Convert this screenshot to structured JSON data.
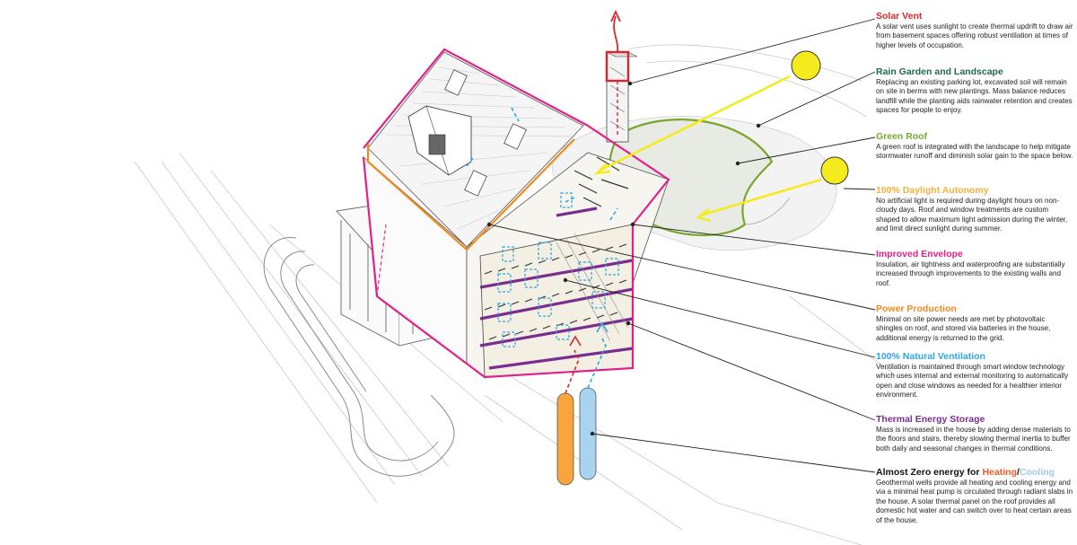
{
  "colors": {
    "solar_vent": "#d7262e",
    "rain_garden": "#1f6a4a",
    "green_roof": "#7aa62e",
    "daylight": "#f5b13c",
    "envelope": "#e0218a",
    "power": "#ef8a1f",
    "ventilation": "#2fa6df",
    "thermal_storage": "#7b2d8e",
    "heating": "#f05a28",
    "cooling": "#9fc8e8",
    "sun": "#f4ea1c",
    "leader": "#222222"
  },
  "annotations": [
    {
      "title": "Solar Vent",
      "body": "A solar vent uses sunlight to create thermal updrift to draw air from basement spaces offering robust ventilation at times of higher levels of occupation."
    },
    {
      "title": "Rain Garden and Landscape",
      "body": "Replacing an existing parking lot, excavated soil will remain on site in berms with new plantings. Mass balance reduces landfill while the planting aids rainwater retention and creates spaces for people to enjoy."
    },
    {
      "title": "Green Roof",
      "body": "A green roof is integrated with the landscape to help mitigate stormwater runoff and diminish solar gain to the space below."
    },
    {
      "title": "100% Daylight Autonomy",
      "body": "No artificial light is required during daylight hours on non-cloudy days. Roof and window treatments are custom shaped to allow maximum light admission during the winter, and limit direct sunlight during summer."
    },
    {
      "title": "Improved Envelope",
      "body": "Insulation, air tightness and waterproofing are substantially increased through improvements to the existing walls and roof."
    },
    {
      "title": "Power Production",
      "body": "Minimal on site power needs are met by photovoltaic shingles on roof, and stored via batteries in the house, additional energy is returned to the grid."
    },
    {
      "title": "100% Natural Ventilation",
      "body": "Ventilation is maintained through smart window technology which uses internal and external monitoring to automatically open and close windows as needed for a healthier interior environment."
    },
    {
      "title": "Thermal Energy Storage",
      "body": "Mass is increased in the house by adding dense materials to the floors and stairs, thereby slowing thermal inertia to buffer both daily and seasonal changes in thermal conditions."
    }
  ],
  "final_annotation": {
    "title_prefix": "Almost Zero energy for ",
    "title_heating": "Heating",
    "title_slash": "/",
    "title_cooling": "Cooling",
    "body": "Geothermal wells provide all heating and cooling energy and via a minimal heat pump is circulated through radiant slabs in the house. A solar thermal panel on the roof provides all domestic hot water and can switch over to heat certain areas of the house."
  }
}
